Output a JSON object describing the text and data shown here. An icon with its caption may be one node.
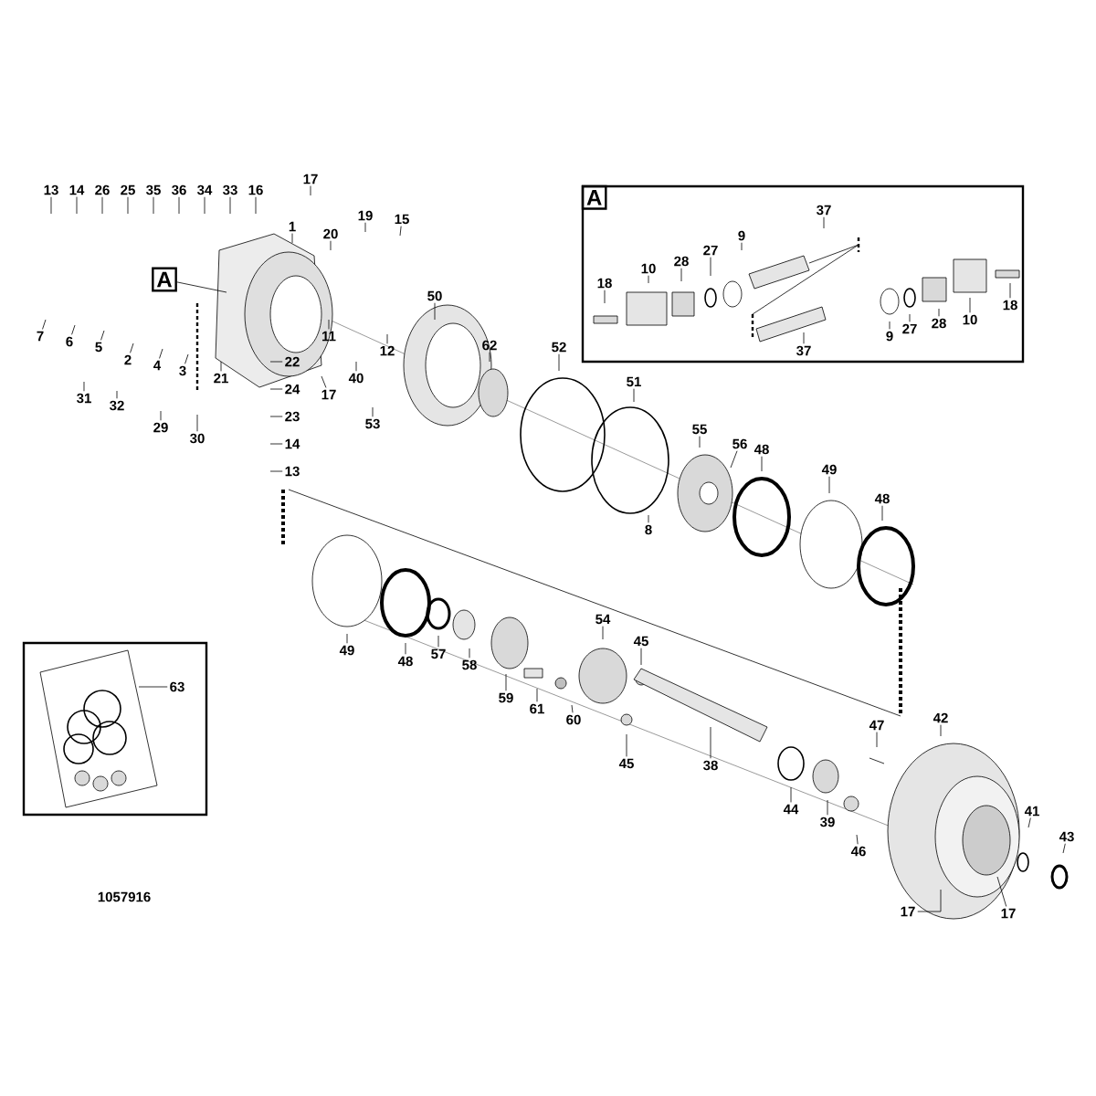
{
  "diagram": {
    "nodes": [
      {
        "text": [
          "13"
        ]
      },
      {
        "text": [
          "14"
        ]
      },
      {
        "text": [
          "26"
        ]
      },
      {
        "text": [
          "25"
        ]
      },
      {
        "text": [
          "35"
        ]
      },
      {
        "text": [
          "36"
        ]
      },
      {
        "text": [
          "34"
        ]
      },
      {
        "text": [
          "33"
        ]
      },
      {
        "text": [
          "16"
        ]
      },
      {
        "text": [
          "17"
        ]
      },
      {
        "text": [
          "1"
        ]
      },
      {
        "text": [
          "20"
        ]
      },
      {
        "text": [
          "19"
        ]
      },
      {
        "text": [
          "15"
        ]
      },
      {
        "text": [
          "A"
        ]
      },
      {
        "text": [
          "11"
        ]
      },
      {
        "text": [
          "12"
        ]
      },
      {
        "text": [
          "50"
        ]
      },
      {
        "text": [
          "7"
        ]
      },
      {
        "text": [
          "6"
        ]
      },
      {
        "text": [
          "5"
        ]
      },
      {
        "text": [
          "2"
        ]
      },
      {
        "text": [
          "4"
        ]
      },
      {
        "text": [
          "3"
        ]
      },
      {
        "text": [
          "21"
        ]
      },
      {
        "text": [
          "40"
        ]
      },
      {
        "text": [
          "22"
        ]
      },
      {
        "text": [
          "17"
        ]
      },
      {
        "text": [
          "24"
        ]
      },
      {
        "text": [
          "23"
        ]
      },
      {
        "text": [
          "14"
        ]
      },
      {
        "text": [
          "13"
        ]
      },
      {
        "text": [
          "31"
        ]
      },
      {
        "text": [
          "32"
        ]
      },
      {
        "text": [
          "29"
        ]
      },
      {
        "text": [
          "30"
        ]
      },
      {
        "text": [
          "53"
        ]
      },
      {
        "text": [
          "A"
        ]
      },
      {
        "text": [
          "37"
        ],
        "in": 37
      },
      {
        "text": [
          "27"
        ],
        "in": 37
      },
      {
        "text": [
          "9"
        ],
        "in": 37
      },
      {
        "text": [
          "28"
        ],
        "in": 37
      },
      {
        "text": [
          "10"
        ],
        "in": 37
      },
      {
        "text": [
          "18"
        ],
        "in": 37
      },
      {
        "text": [
          "9"
        ],
        "in": 37
      },
      {
        "text": [
          "27"
        ],
        "in": 37
      },
      {
        "text": [
          "28"
        ],
        "in": 37
      },
      {
        "text": [
          "10"
        ],
        "in": 37
      },
      {
        "text": [
          "18"
        ],
        "in": 37
      },
      {
        "text": [
          "37"
        ],
        "in": 37
      },
      {
        "text": [
          "62"
        ]
      },
      {
        "text": [
          "52"
        ]
      },
      {
        "text": [
          "51"
        ]
      },
      {
        "text": [
          "55"
        ]
      },
      {
        "text": [
          "56"
        ]
      },
      {
        "text": [
          "48"
        ]
      },
      {
        "text": [
          "8"
        ]
      },
      {
        "text": [
          "49"
        ]
      },
      {
        "text": [
          "48"
        ]
      },
      {
        "text": [
          "49"
        ]
      },
      {
        "text": [
          "48"
        ]
      },
      {
        "text": [
          "57"
        ]
      },
      {
        "text": [
          "58"
        ]
      },
      {
        "text": [
          "59"
        ]
      },
      {
        "text": [
          "61"
        ]
      },
      {
        "text": [
          "60"
        ]
      },
      {
        "text": [
          "54"
        ]
      },
      {
        "text": [
          "45"
        ]
      },
      {
        "text": [
          "45"
        ]
      },
      {
        "text": [
          "38"
        ]
      },
      {
        "text": [
          "44"
        ]
      },
      {
        "text": [
          "39"
        ]
      },
      {
        "text": [
          "46"
        ]
      },
      {
        "text": [
          "47"
        ]
      },
      {
        "text": [
          "42"
        ]
      },
      {
        "text": [
          "17"
        ]
      },
      {
        "text": [
          "17"
        ]
      },
      {
        "text": [
          "41"
        ]
      },
      {
        "text": [
          "43"
        ]
      },
      {
        "text": [],
        "shape": "box"
      },
      {
        "text": [
          "63"
        ],
        "in": 79
      }
    ],
    "edges": [
      {
        "from": 0,
        "to": null,
        "arrow": "none"
      },
      {
        "from": 1,
        "to": null,
        "arrow": "none"
      },
      {
        "from": 2,
        "to": null,
        "arrow": "none"
      },
      {
        "from": 3,
        "to": null,
        "arrow": "none"
      },
      {
        "from": 4,
        "to": null,
        "arrow": "none"
      },
      {
        "from": 5,
        "to": null,
        "arrow": "none"
      },
      {
        "from": 6,
        "to": null,
        "arrow": "none"
      },
      {
        "from": 7,
        "to": null,
        "arrow": "none"
      },
      {
        "from": 8,
        "to": null,
        "arrow": "none"
      },
      {
        "from": 9,
        "to": null,
        "arrow": "none"
      },
      {
        "from": 10,
        "to": null,
        "arrow": "none"
      },
      {
        "from": 11,
        "to": null,
        "arrow": "none"
      },
      {
        "from": 12,
        "to": null,
        "arrow": "none"
      },
      {
        "from": 13,
        "to": null,
        "arrow": "none"
      },
      {
        "from": 14,
        "to": null,
        "arrow": "none"
      },
      {
        "from": 15,
        "to": null,
        "arrow": "none"
      },
      {
        "from": 16,
        "to": null,
        "arrow": "none"
      },
      {
        "from": 17,
        "to": null,
        "arrow": "none"
      },
      {
        "from": 18,
        "to": null,
        "arrow": "none"
      },
      {
        "from": 19,
        "to": null,
        "arrow": "none"
      },
      {
        "from": 20,
        "to": null,
        "arrow": "none"
      },
      {
        "from": 21,
        "to": null,
        "arrow": "none"
      },
      {
        "from": 22,
        "to": null,
        "arrow": "none"
      },
      {
        "from": 23,
        "to": null,
        "arrow": "none"
      },
      {
        "from": 24,
        "to": null,
        "arrow": "none"
      },
      {
        "from": 25,
        "to": null,
        "arrow": "none"
      },
      {
        "from": 26,
        "to": null,
        "arrow": "none"
      },
      {
        "from": 27,
        "to": null,
        "arrow": "none"
      },
      {
        "from": 28,
        "to": null,
        "arrow": "none"
      },
      {
        "from": 29,
        "to": null,
        "arrow": "none"
      },
      {
        "from": 30,
        "to": null,
        "arrow": "none"
      },
      {
        "from": 31,
        "to": null,
        "arrow": "none"
      },
      {
        "from": 32,
        "to": null,
        "arrow": "none"
      },
      {
        "from": 33,
        "to": null,
        "arrow": "none"
      },
      {
        "from": 34,
        "to": null,
        "arrow": "none"
      },
      {
        "from": 35,
        "to": null,
        "arrow": "none"
      },
      {
        "from": 36,
        "to": null,
        "arrow": "none"
      },
      {
        "from": 38,
        "to": null,
        "arrow": "none"
      },
      {
        "from": 39,
        "to": null,
        "arrow": "none"
      },
      {
        "from": 40,
        "to": null,
        "arrow": "none"
      },
      {
        "from": 41,
        "to": null,
        "arrow": "none"
      },
      {
        "from": 42,
        "to": null,
        "arrow": "none"
      },
      {
        "from": 43,
        "to": null,
        "arrow": "none"
      },
      {
        "from": 44,
        "to": null,
        "arrow": "none"
      },
      {
        "from": 45,
        "to": null,
        "arrow": "none"
      },
      {
        "from": 46,
        "to": null,
        "arrow": "none"
      },
      {
        "from": 47,
        "to": null,
        "arrow": "none"
      },
      {
        "from": 48,
        "to": null,
        "arrow": "none"
      },
      {
        "from": 49,
        "to": null,
        "arrow": "none"
      },
      {
        "from": 50,
        "to": null,
        "arrow": "none"
      },
      {
        "from": 51,
        "to": null,
        "arrow": "none"
      },
      {
        "from": 52,
        "to": null,
        "arrow": "none"
      },
      {
        "from": 53,
        "to": null,
        "arrow": "none"
      },
      {
        "from": 54,
        "to": null,
        "arrow": "none"
      },
      {
        "from": 55,
        "to": null,
        "arrow": "none"
      },
      {
        "from": 56,
        "to": null,
        "arrow": "none"
      },
      {
        "from": 57,
        "to": null,
        "arrow": "none"
      },
      {
        "from": 58,
        "to": null,
        "arrow": "none"
      },
      {
        "from": 59,
        "to": null,
        "arrow": "none"
      },
      {
        "from": 60,
        "to": null,
        "arrow": "none"
      },
      {
        "from": 61,
        "to": null,
        "arrow": "none"
      },
      {
        "from": 62,
        "to": null,
        "arrow": "none"
      },
      {
        "from": 63,
        "to": null,
        "arrow": "none"
      },
      {
        "from": 64,
        "to": null,
        "arrow": "none"
      },
      {
        "from": 65,
        "to": null,
        "arrow": "none"
      },
      {
        "from": 66,
        "to": null,
        "arrow": "none"
      },
      {
        "from": 67,
        "to": null,
        "arrow": "none"
      },
      {
        "from": 68,
        "to": null,
        "arrow": "none"
      },
      {
        "from": 69,
        "to": null,
        "arrow": "none"
      },
      {
        "from": 70,
        "to": null,
        "arrow": "none"
      },
      {
        "from": 71,
        "to": null,
        "arrow": "none"
      },
      {
        "from": 72,
        "to": null,
        "arrow": "none"
      },
      {
        "from": 73,
        "to": null,
        "arrow": "none"
      },
      {
        "from": 74,
        "to": null,
        "arrow": "none"
      },
      {
        "from": 75,
        "to": null,
        "arrow": "none"
      },
      {
        "from": 76,
        "to": null,
        "arrow": "none"
      },
      {
        "from": 77,
        "to": null,
        "arrow": "none"
      },
      {
        "from": 78,
        "to": null,
        "arrow": "none"
      },
      {
        "from": 80,
        "to": null,
        "arrow": "none"
      }
    ],
    "labels": [
      "1057916"
    ]
  }
}
